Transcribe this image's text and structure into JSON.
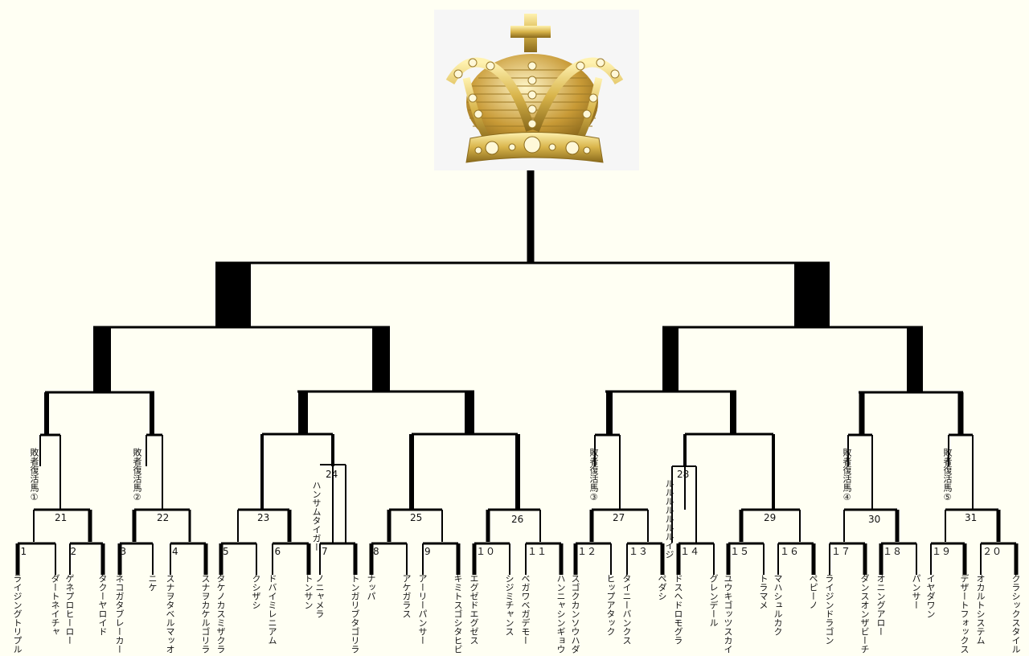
{
  "bracket": {
    "entrants": [
      {
        "seed": "1",
        "name": "ライジングトリプル",
        "runner_up": "ダートネイチャ"
      },
      {
        "seed": "2",
        "name": "ゲネプロヒーロー",
        "runner_up": "タクーヤロイド"
      },
      {
        "seed": "3",
        "name": "ネコガタブレーカー",
        "runner_up": "ニケ"
      },
      {
        "seed": "4",
        "name": "スナヲタベルマッオ",
        "runner_up": "スナヲカケルゴリラ"
      },
      {
        "seed": "5",
        "name": "タケノカスミザクラ",
        "runner_up": "クシザシ"
      },
      {
        "seed": "6",
        "name": "ドバイミレニアム",
        "runner_up": "トンサン"
      },
      {
        "seed": "7",
        "name": "ノニャメラ",
        "runner_up": "トンガリブタゴリラ"
      },
      {
        "seed": "8",
        "name": "ナッパ",
        "runner_up": "アケガラス"
      },
      {
        "seed": "9",
        "name": "アーリーパンサー",
        "runner_up": "キミトスゴシタヒビ"
      },
      {
        "seed": "１０",
        "name": "エグゼドエグゼス",
        "runner_up": "シジミチャンス"
      },
      {
        "seed": "１１",
        "name": "ベガワベガデモー",
        "runner_up": "ハンニャシンギョウ"
      },
      {
        "seed": "１２",
        "name": "スゴクカンソウハダ",
        "runner_up": "ヒップアタック"
      },
      {
        "seed": "１３",
        "name": "タイニーバンクス",
        "runner_up": "ペダシ"
      },
      {
        "seed": "１４",
        "name": "ドスヘドロモグラ",
        "runner_up": "グレンデール"
      },
      {
        "seed": "１５",
        "name": "ユウキゴッツスカイ",
        "runner_up": "トラマメ"
      },
      {
        "seed": "１６",
        "name": "マハシュルカク",
        "runner_up": "ペピーノ"
      },
      {
        "seed": "１７",
        "name": "ライジンドラゴン",
        "runner_up": "ダンスオンザビーチ"
      },
      {
        "seed": "１８",
        "name": "オニングアロー",
        "runner_up": "パンサー"
      },
      {
        "seed": "１９",
        "name": "イヤダワン",
        "runner_up": "デザートフォックス"
      },
      {
        "seed": "２０",
        "name": "オカルトシステム",
        "runner_up": "クラシックスタイル"
      }
    ],
    "matches": [
      "21",
      "22",
      "23",
      "24",
      "25",
      "26",
      "27",
      "28",
      "29",
      "30",
      "31"
    ],
    "wildcards": [
      "敗者復活馬①",
      "敗者復活馬②",
      "敗者復活馬③",
      "敗者復活馬④",
      "敗者復活馬⑤"
    ],
    "extra_entrants": [
      "ハンサムタイガー",
      "ルルルルルルルイジ"
    ]
  },
  "colors": {
    "line": "#000000",
    "background": "#fffff3",
    "gold": "#d4b040"
  },
  "icons": {
    "trophy": "crown-icon"
  }
}
